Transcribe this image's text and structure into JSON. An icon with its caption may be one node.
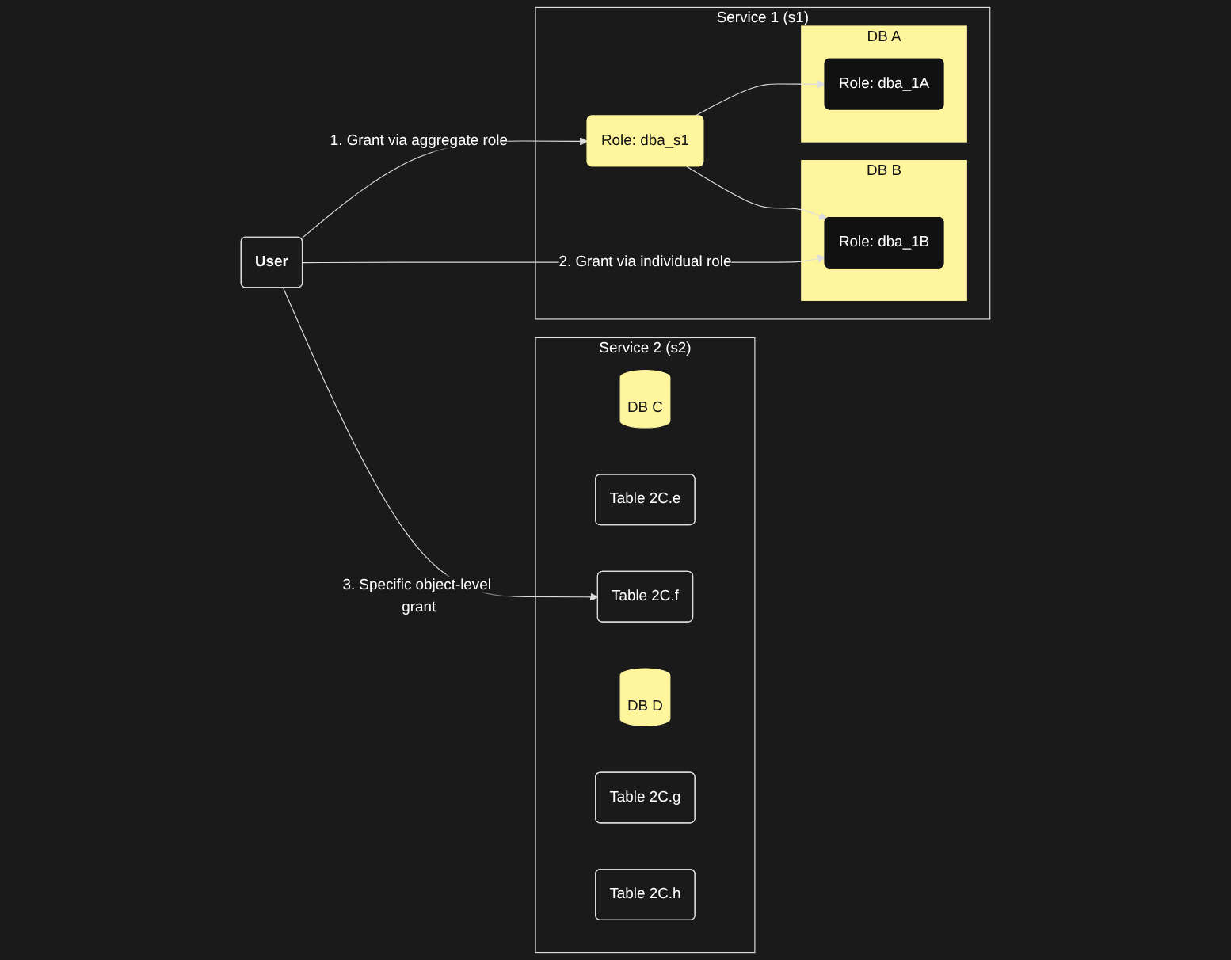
{
  "diagram": {
    "nodes": [
      {
        "text": [
          "User"
        ]
      },
      {
        "text": [
          "Service 1 (s1)"
        ]
      },
      {
        "text": [
          "Role: dba_s1"
        ],
        "in": 1
      },
      {
        "text": [
          "DB A"
        ],
        "in": 1
      },
      {
        "text": [
          "Role: dba_1A"
        ],
        "in": 3
      },
      {
        "text": [
          "DB B"
        ],
        "in": 1
      },
      {
        "text": [
          "Role: dba_1B"
        ],
        "in": 5
      },
      {
        "text": [
          "Service 2 (s2)"
        ]
      },
      {
        "text": [
          "DB C"
        ],
        "in": 7
      },
      {
        "text": [
          "Table 2C.e"
        ],
        "in": 7
      },
      {
        "text": [
          "Table 2C.f"
        ],
        "in": 7
      },
      {
        "text": [
          "DB D"
        ],
        "in": 7
      },
      {
        "text": [
          "Table 2C.g"
        ],
        "in": 7
      },
      {
        "text": [
          "Table 2C.h"
        ],
        "in": 7
      }
    ],
    "edges": [
      {
        "from": 0,
        "to": 2,
        "arrow": "to",
        "label": "1. Grant via aggregate role"
      },
      {
        "from": 2,
        "to": 4,
        "arrow": "to"
      },
      {
        "from": 2,
        "to": 6,
        "arrow": "to"
      },
      {
        "from": 0,
        "to": 6,
        "arrow": "to",
        "label": "2. Grant via individual role"
      },
      {
        "from": 0,
        "to": 10,
        "arrow": "to",
        "label": "3. Specific object-level grant"
      }
    ]
  }
}
